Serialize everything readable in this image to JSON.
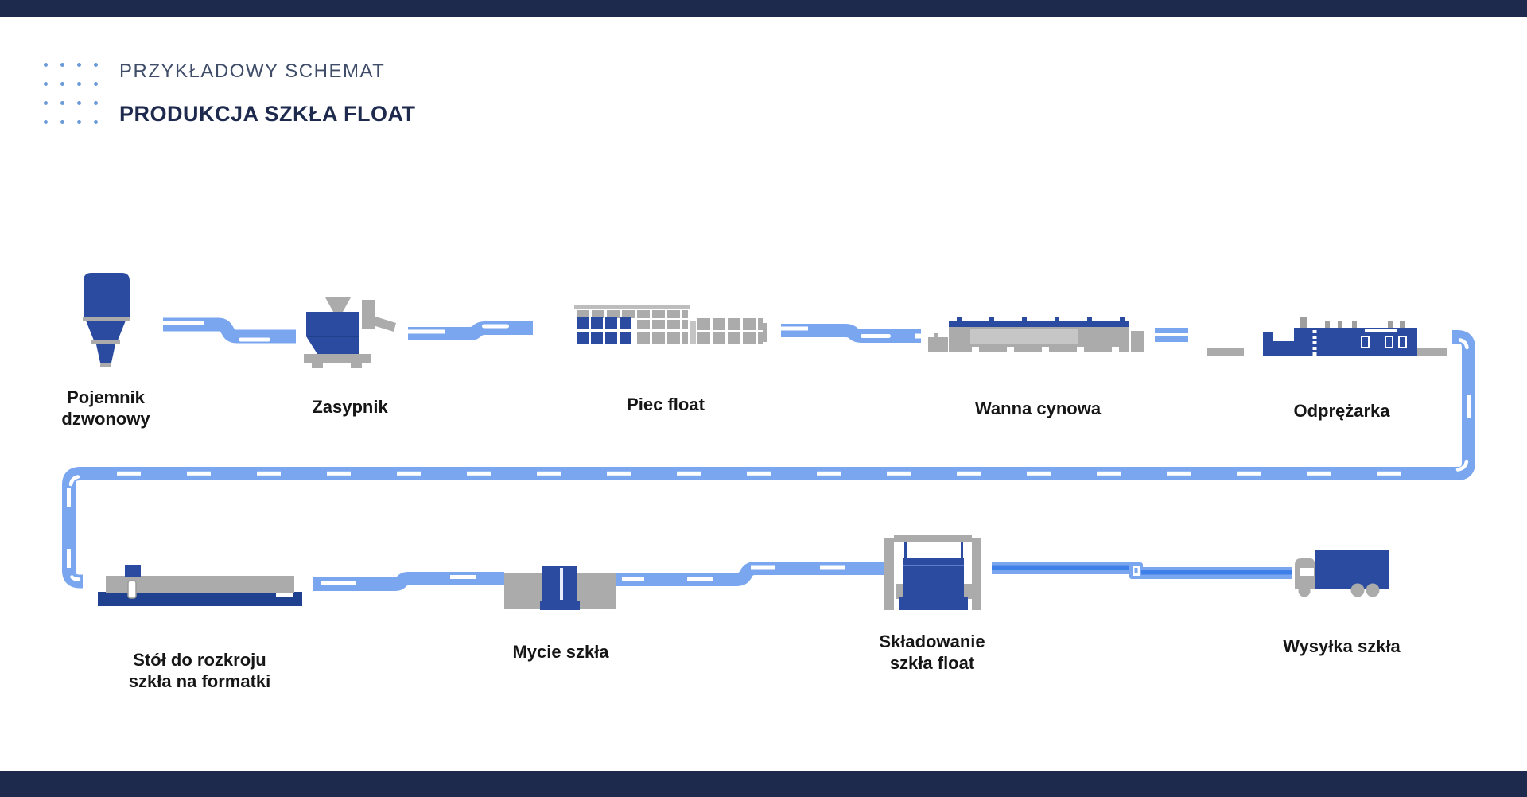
{
  "header": {
    "eyebrow": "PRZYKŁADOWY SCHEMAT",
    "title": "PRODUKCJA SZKŁA FLOAT"
  },
  "stages": [
    {
      "id": "pojemnik-dzwonowy",
      "icon": "bell-container-icon",
      "lines": [
        "Pojemnik",
        "dzwonowy"
      ]
    },
    {
      "id": "zasypnik",
      "icon": "batch-hopper-icon",
      "lines": [
        "Zasypnik"
      ]
    },
    {
      "id": "piec-float",
      "icon": "float-furnace-icon",
      "lines": [
        "Piec float"
      ]
    },
    {
      "id": "wanna-cynowa",
      "icon": "tin-bath-icon",
      "lines": [
        "Wanna cynowa"
      ]
    },
    {
      "id": "odprezarka",
      "icon": "annealing-lehr-icon",
      "lines": [
        "Odprężarka"
      ]
    },
    {
      "id": "stol-do-rozkroju",
      "icon": "cutting-table-icon",
      "lines": [
        "Stół do rozkroju",
        "szkła na formatki"
      ]
    },
    {
      "id": "mycie-szkla",
      "icon": "glass-washer-icon",
      "lines": [
        "Mycie szkła"
      ]
    },
    {
      "id": "skladowanie-szkla-float",
      "icon": "glass-stacker-icon",
      "lines": [
        "Składowanie",
        "szkła float"
      ]
    },
    {
      "id": "wysylka-szkla",
      "icon": "truck-icon",
      "lines": [
        "Wysyłka szkła"
      ]
    }
  ],
  "colors": {
    "navy_bar": "#1d2a4d",
    "machine_blue": "#2a4ba0",
    "pipe_blue": "#7aa6ef",
    "glass_ribbon_blue": "#3f80e8",
    "machine_gray": "#ababab",
    "label_text": "#161616",
    "dots_blue": "#6b9ad8"
  }
}
